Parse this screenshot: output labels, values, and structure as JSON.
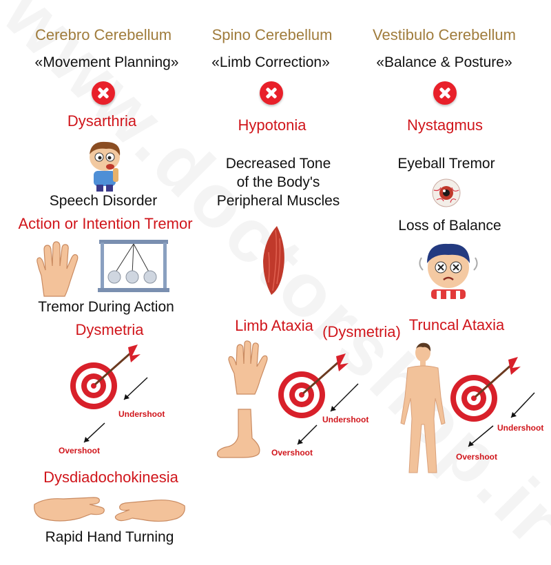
{
  "watermark": "www.doctorshop.ir",
  "columns": [
    {
      "title": "Cerebro Cerebellum",
      "subtitle": "«Movement Planning»"
    },
    {
      "title": "Spino Cerebellum",
      "subtitle": "«Limb Correction»"
    },
    {
      "title": "Vestibulo Cerebellum",
      "subtitle": "«Balance & Posture»"
    }
  ],
  "left": {
    "dysarthria": "Dysarthria",
    "speech_disorder": "Speech Disorder",
    "intention_tremor": "Action or Intention Tremor",
    "tremor_during_action": "Tremor During Action",
    "dysmetria": "Dysmetria",
    "undershoot": "Undershoot",
    "overshoot": "Overshoot",
    "dysdiadochokinesia": "Dysdiadochokinesia",
    "rapid_hand_turning": "Rapid Hand Turning"
  },
  "middle": {
    "hypotonia": "Hypotonia",
    "decreased_tone_lines": [
      "Decreased Tone",
      "of the Body's",
      "Peripheral Muscles"
    ],
    "limb_ataxia": "Limb Ataxia",
    "dysmetria_paren": "(Dysmetria)",
    "undershoot": "Undershoot",
    "overshoot": "Overshoot"
  },
  "right": {
    "nystagmus": "Nystagmus",
    "eyeball_tremor": "Eyeball Tremor",
    "loss_of_balance": "Loss of Balance",
    "truncal_ataxia": "Truncal Ataxia",
    "undershoot": "Undershoot",
    "overshoot": "Overshoot"
  },
  "colors": {
    "heading": "#a07c3c",
    "red": "#d0151b",
    "text": "#111111",
    "target_red": "#d8202a"
  }
}
